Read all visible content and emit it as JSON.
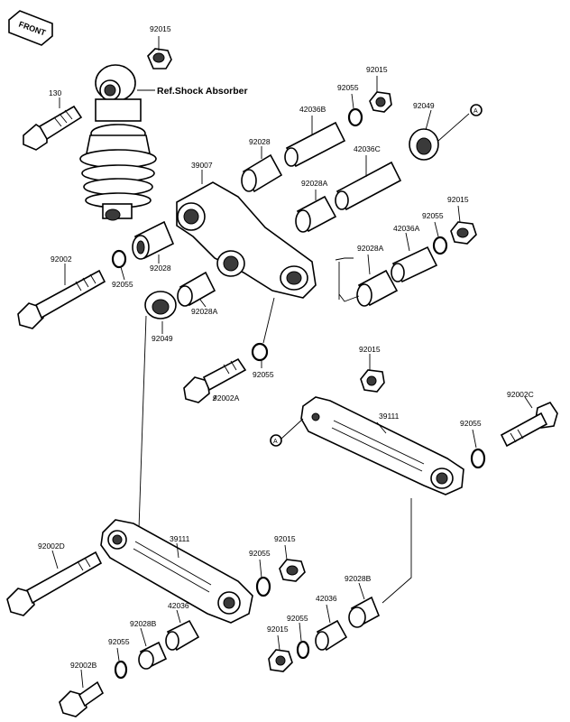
{
  "front_badge": "FRONT",
  "reference_note": "Ref.Shock Absorber",
  "callout_marker": "A",
  "part_numbers": {
    "nut_top": "92015",
    "bolt_130": "130",
    "bolt_92002": "92002",
    "washer_92055_left": "92055",
    "sleeve_92028": "92028",
    "collar_92028a_left": "92028A",
    "seal_92049_left": "92049",
    "rocker_39007": "39007",
    "collar_92028_top": "92028",
    "sleeve_42036b": "42036B",
    "washer_92055_top": "92055",
    "nut_92015_top_right": "92015",
    "seal_92049_right": "92049",
    "sleeve_42036c": "42036C",
    "collar_92028a_mid": "92028A",
    "nut_92015_right": "92015",
    "washer_92055_right": "92055",
    "sleeve_42036a": "42036A",
    "collar_92028a_right": "92028A",
    "washer_92055_center": "92055",
    "bolt_92002a": "92002A",
    "nut_92015_center": "92015",
    "rod_39111_right": "39111",
    "bolt_92002c": "92002C",
    "washer_92055_far_right": "92055",
    "bolt_92002d": "92002D",
    "rod_39111_left": "39111",
    "nut_92015_lower": "92015",
    "washer_92055_lower": "92055",
    "sleeve_42036_left": "42036",
    "collar_92028b_left": "92028B",
    "washer_92055_bottom_left": "92055",
    "bolt_92002b": "92002B",
    "collar_92028b_right": "92028B",
    "sleeve_42036_right": "42036",
    "washer_92055_bottom": "92055",
    "nut_92015_bottom": "92015"
  }
}
